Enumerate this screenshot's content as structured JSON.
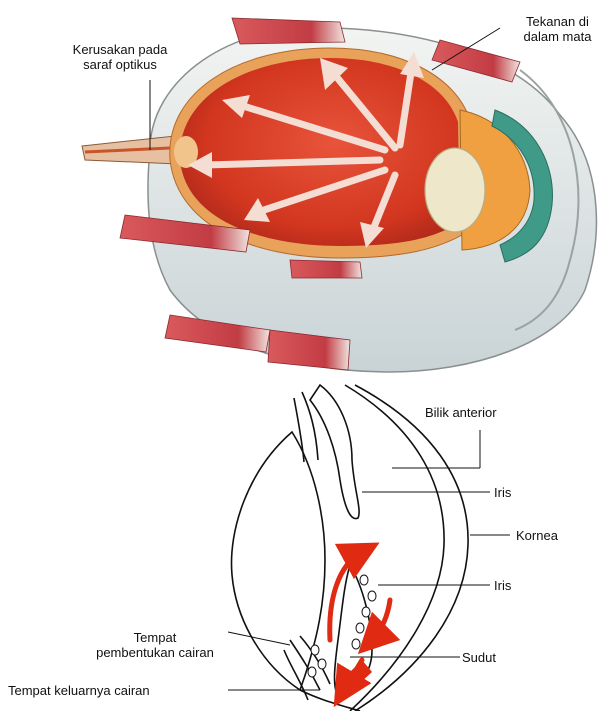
{
  "labels": {
    "optic_nerve_damage": [
      "Kerusakan pada",
      "saraf optikus"
    ],
    "eye_pressure": [
      "Tekanan di",
      "dalam mata"
    ],
    "anterior_chamber": "Bilik anterior",
    "iris_upper": "Iris",
    "cornea": "Kornea",
    "iris_lower": "Iris",
    "fluid_formation": [
      "Tempat",
      "pembentukan cairan"
    ],
    "angle": "Sudut",
    "fluid_outflow": "Tempat keluarnya cairan"
  },
  "colors": {
    "retina_red": "#d2361f",
    "sclera": "#dfe6e6",
    "muscle": "#c9484d",
    "lens": "#efe7c9",
    "ciliary_teal": "#3f9a87",
    "flow_arrow": "#e02a12",
    "line_art": "#111111"
  }
}
